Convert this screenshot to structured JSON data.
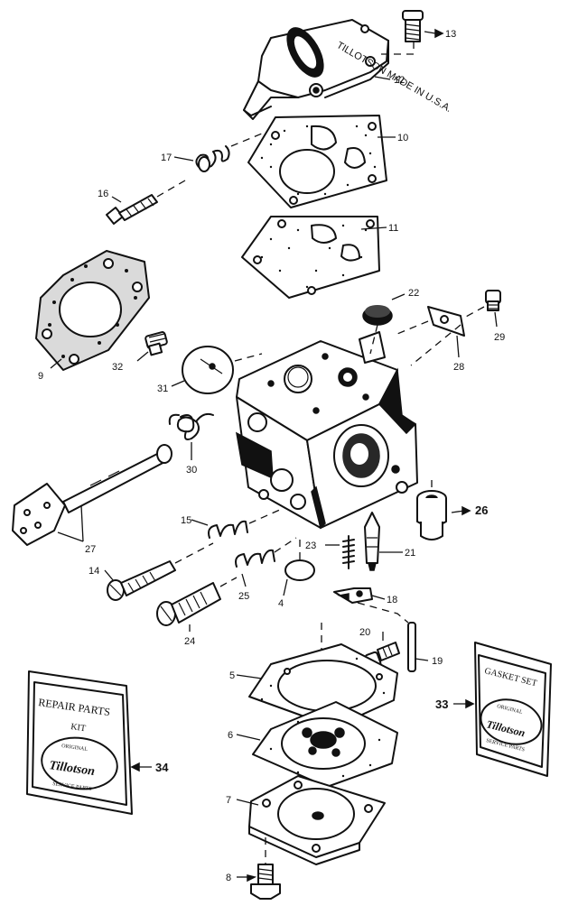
{
  "labels": {
    "p13": "13",
    "p12": "12",
    "p10": "10",
    "p17": "17",
    "p16": "16",
    "p11": "11",
    "p22": "22",
    "p29": "29",
    "p28": "28",
    "p9": "9",
    "p32": "32",
    "p31": "31",
    "p30": "30",
    "p26": "26",
    "p27": "27",
    "p15": "15",
    "p23": "23",
    "p21": "21",
    "p14": "14",
    "p25": "25",
    "p4": "4",
    "p18": "18",
    "p24": "24",
    "p20": "20",
    "p19": "19",
    "p5": "5",
    "p6": "6",
    "p7": "7",
    "p8": "8",
    "p33": "33",
    "p34": "34"
  },
  "cards": {
    "repair_kit": {
      "line1": "REPAIR PARTS",
      "line2": "KIT",
      "logo": "Tillotson",
      "arc_top": "ORIGINAL",
      "arc_bottom": "SERVICE PARTS"
    },
    "gasket_set": {
      "line1": "GASKET SET",
      "logo": "Tillotson",
      "arc_top": "ORIGINAL",
      "arc_bottom": "SERVICE PARTS"
    }
  },
  "cover_text": "TILLOTSON MADE IN U.S.A.",
  "colors": {
    "ink": "#111111",
    "paper": "#ffffff"
  }
}
